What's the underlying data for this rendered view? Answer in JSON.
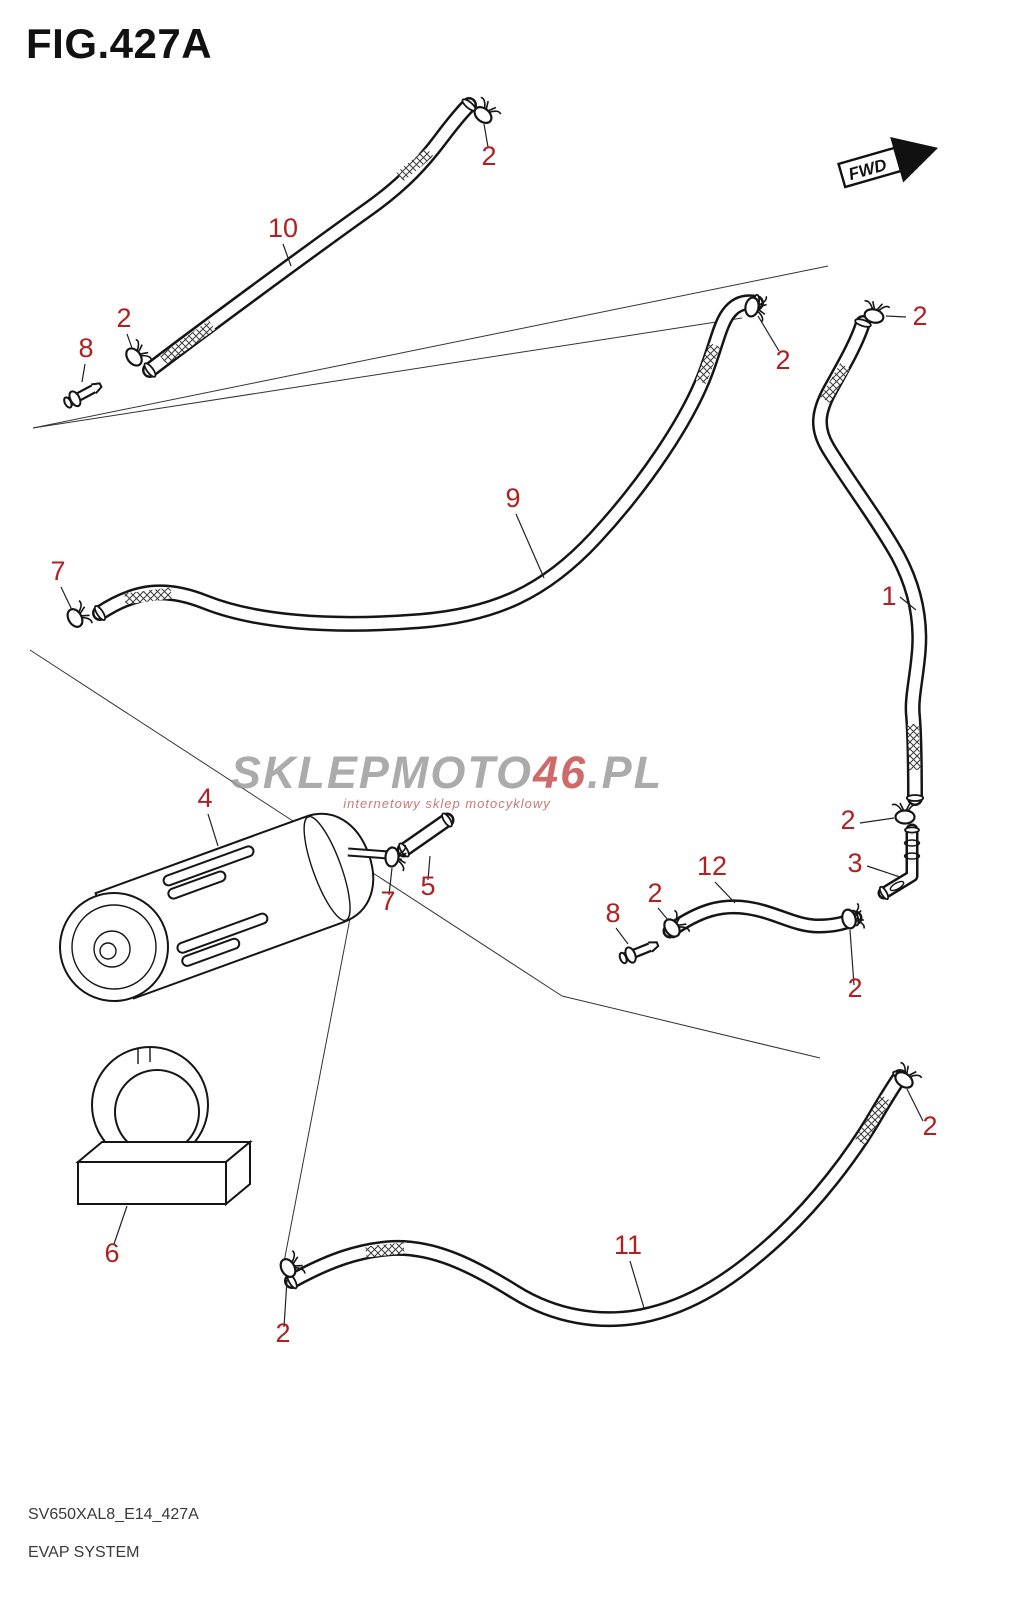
{
  "title": "FIG.427A",
  "fwd_label": "FWD",
  "watermark": {
    "part1": "SKLEPMOTO",
    "part2": "46",
    "part3": ".PL",
    "sub": "internetowy sklep motocyklowy"
  },
  "footer": {
    "code": "SV650XAL8_E14_427A",
    "name": "EVAP SYSTEM"
  },
  "callouts": {
    "n1": "1",
    "n2": "2",
    "n3": "3",
    "n4": "4",
    "n5": "5",
    "n6": "6",
    "n7": "7",
    "n8": "8",
    "n9": "9",
    "n10": "10",
    "n11": "11",
    "n12": "12"
  },
  "colors": {
    "line": "#151515",
    "callout_red": "#b02020",
    "watermark_gray": "#979797",
    "watermark_red": "#c24646"
  }
}
